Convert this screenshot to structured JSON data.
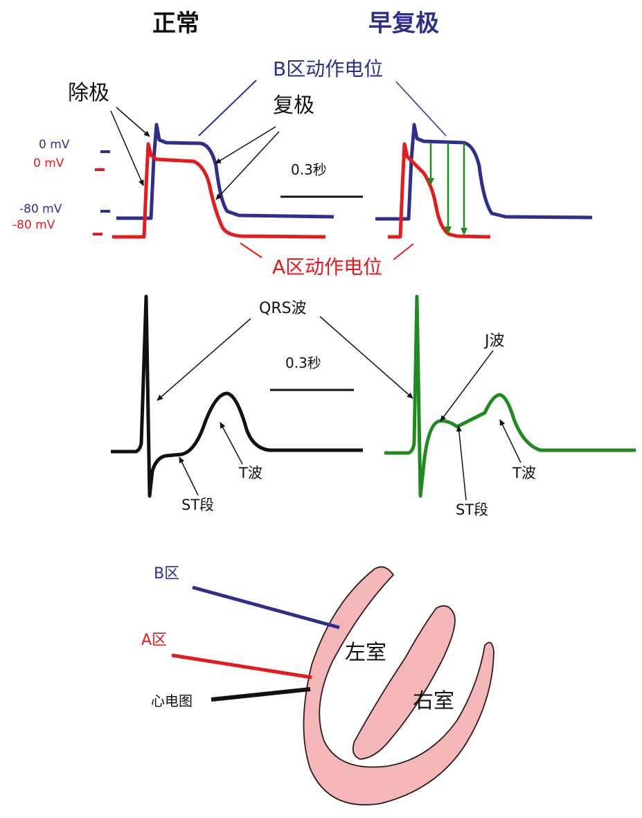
{
  "headers": {
    "normal": "正常",
    "early_repol": "早复极"
  },
  "top_panel": {
    "b_zone_ap": "B区动作电位",
    "a_zone_ap": "A区动作电位",
    "depolarization": "除极",
    "repolarization": "复极",
    "time_scale": "0.3秒",
    "b_zero": "0 mV",
    "a_zero": "0 mV",
    "b_minus80": "-80 mV",
    "a_minus80": "-80 mV"
  },
  "ecg_panel": {
    "qrs": "QRS波",
    "time_scale": "0.3秒",
    "j_wave": "J波",
    "t_wave_normal": "T波",
    "t_wave_early": "T波",
    "st_normal": "ST段",
    "st_early": "ST段"
  },
  "heart": {
    "b_zone": "B区",
    "a_zone": "A区",
    "ecg": "心电图",
    "left_ventricle": "左室",
    "right_ventricle": "右室"
  },
  "colors": {
    "b_zone": "#2e2e8f",
    "a_zone": "#e8191b",
    "ecg_normal": "#111111",
    "ecg_early": "#1f8a1f",
    "heart_fill": "#f4b6b6",
    "heart_stroke": "#2a1a1a"
  }
}
